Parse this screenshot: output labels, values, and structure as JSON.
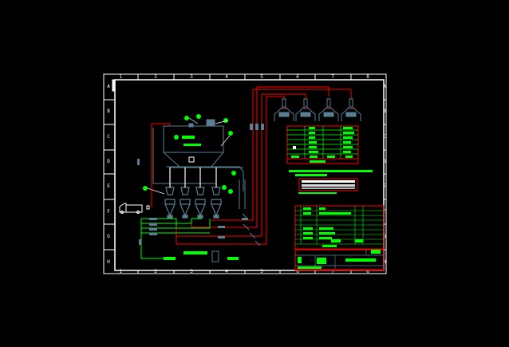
{
  "drawing": {
    "background": "#000000",
    "colors": {
      "frame": "#ffffff",
      "pipe_red": "#ff0000",
      "pipe_green": "#00ff00",
      "equipment": "#5a7f94",
      "text": "#00ff00"
    },
    "column_labels": [
      "1",
      "2",
      "3",
      "4",
      "5",
      "6",
      "7",
      "8"
    ],
    "row_labels": [
      "A",
      "B",
      "C",
      "D",
      "E",
      "F",
      "G",
      "H"
    ]
  }
}
